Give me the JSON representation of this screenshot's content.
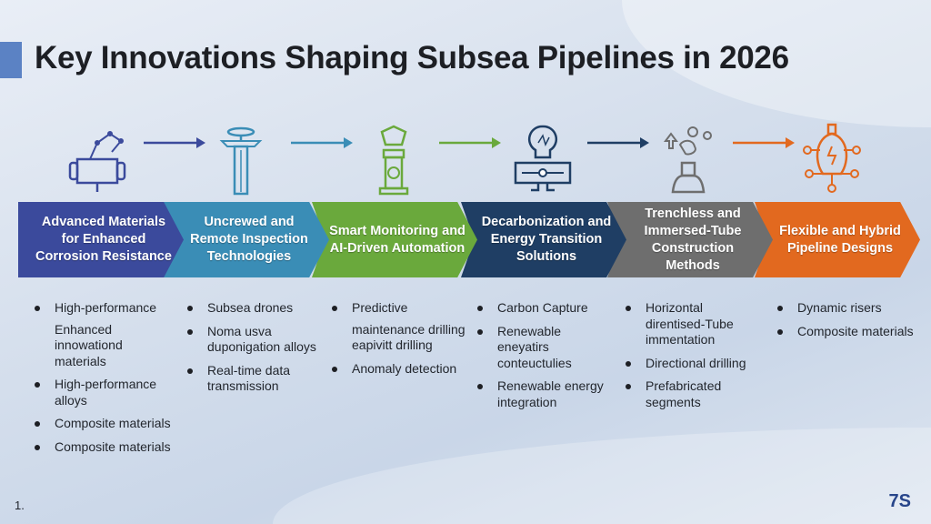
{
  "title": "Key Innovations Shaping Subsea Pipelines in 2026",
  "colors": {
    "c1": "#3b4a9c",
    "c2": "#3a8db6",
    "c3": "#6aa93c",
    "c4": "#1f3e64",
    "c5": "#6e6e6e",
    "c6": "#e2691f"
  },
  "stages": [
    {
      "icon": "pipe-valve-icon",
      "label": "Advanced Materials for Enhanced Corrosion Resistance",
      "items": [
        {
          "text": "High-performance",
          "bullet": true
        },
        {
          "text": "Enhanced innowationd materials",
          "bullet": false
        },
        {
          "text": "High-performance alloys",
          "bullet": true
        },
        {
          "text": "Composite materials",
          "bullet": true
        },
        {
          "text": "Composite materials",
          "bullet": true
        }
      ]
    },
    {
      "icon": "inspection-tower-icon",
      "label": "Uncrewed and Remote Inspection Technologies",
      "items": [
        {
          "text": "Subsea drones",
          "bullet": true
        },
        {
          "text": "Noma usva duponigation alloys",
          "bullet": true
        },
        {
          "text": "Real-time data transmission",
          "bullet": true
        }
      ]
    },
    {
      "icon": "monitoring-pillar-icon",
      "label": "Smart Monitoring and AI-Driven Automation",
      "items": [
        {
          "text": "Predictive",
          "bullet": true
        },
        {
          "text": "maintenance drilling eapivitt drilling",
          "bullet": false
        },
        {
          "text": "Anomaly detection",
          "bullet": true
        }
      ]
    },
    {
      "icon": "lightbulb-monitor-icon",
      "label": "Decarbonization and Energy Transition Solutions",
      "items": [
        {
          "text": "Carbon Capture",
          "bullet": true
        },
        {
          "text": "Renewable eneyatirs conteuctulies",
          "bullet": true
        },
        {
          "text": "Renewable energy integration",
          "bullet": true
        }
      ]
    },
    {
      "icon": "construction-icon",
      "label": "Trenchless and Immersed-Tube Construction Methods",
      "items": [
        {
          "text": "Horizontal direntised-Tube immentation",
          "bullet": true
        },
        {
          "text": "Directional drilling",
          "bullet": true
        },
        {
          "text": "Prefabricated segments",
          "bullet": true
        }
      ]
    },
    {
      "icon": "hybrid-network-bulb-icon",
      "label": "Flexible and Hybrid Pipeline Designs",
      "items": [
        {
          "text": "Dynamic risers",
          "bullet": true
        },
        {
          "text": "Composite materials",
          "bullet": true
        }
      ]
    }
  ],
  "page_number": "1.",
  "logo": "7S"
}
